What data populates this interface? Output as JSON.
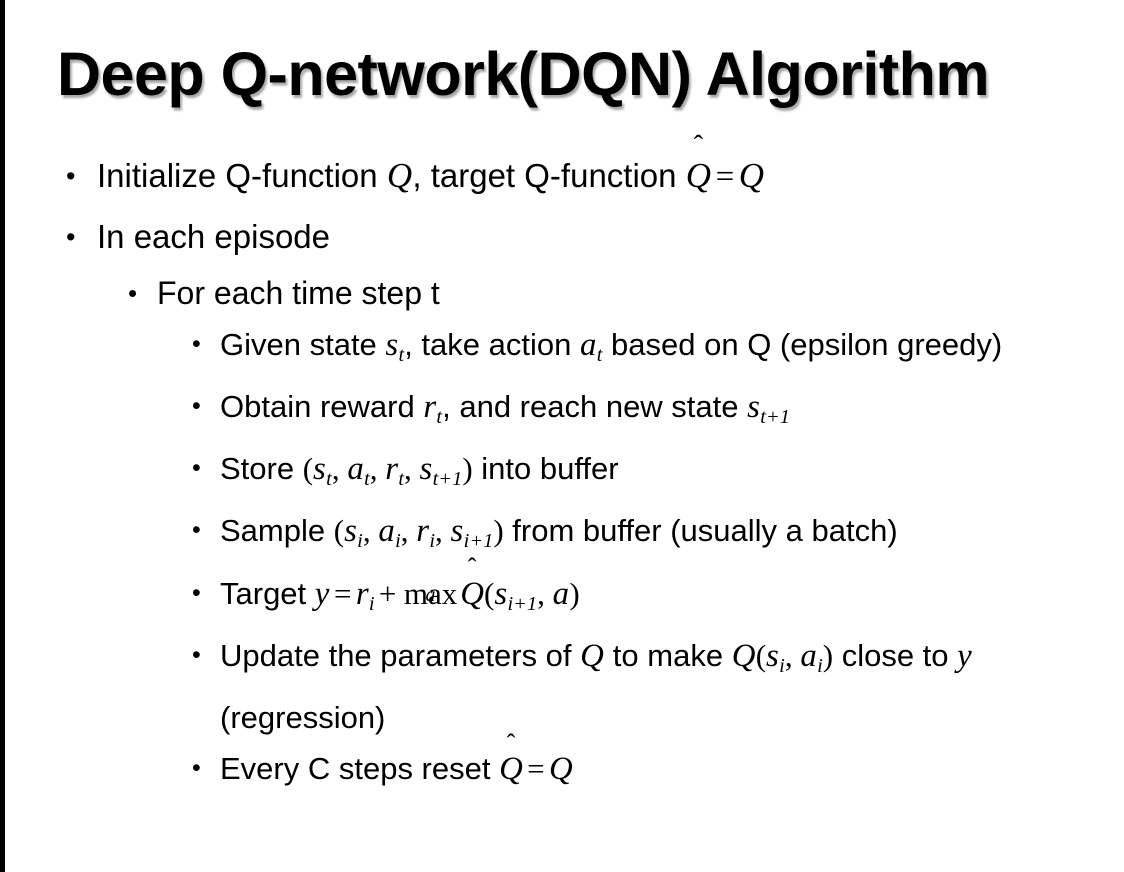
{
  "slide": {
    "title": "Deep Q-network(DQN) Algorithm",
    "background_color": "#ffffff",
    "text_color": "#000000",
    "edge_bar_color": "#000000",
    "bullet_glyph": "•"
  },
  "content": [
    {
      "level": 1,
      "name": "bullet-initialize-q-function",
      "plain_text": "Initialize Q-function Q, target Q-function Q̂ = Q",
      "parts": {
        "seg1": "Initialize Q-function ",
        "math_q1": "Q",
        "seg2": ", target Q-function ",
        "hat_q": "Q",
        "hat_mark": "̂",
        "equals": "=",
        "math_q2": "Q"
      }
    },
    {
      "level": 1,
      "name": "bullet-in-each-episode",
      "plain_text": "In each episode",
      "parts": {
        "seg1": "In each episode"
      }
    },
    {
      "level": 2,
      "name": "bullet-for-each-time-step",
      "plain_text": "For each time step t",
      "parts": {
        "seg1": "For each time step t"
      }
    },
    {
      "level": 3,
      "name": "bullet-given-state-take-action",
      "plain_text": "Given state s_t, take action a_t based on Q (epsilon greedy)",
      "parts": {
        "seg1": "Given state ",
        "var_s": "s",
        "sub_t": "t",
        "seg2": ", take action ",
        "var_a": "a",
        "sub_t2": "t",
        "seg3": " based on Q (epsilon greedy)"
      }
    },
    {
      "level": 3,
      "name": "bullet-obtain-reward",
      "plain_text": "Obtain reward r_t, and reach new state s_t+1",
      "parts": {
        "seg1": "Obtain reward ",
        "var_r": "r",
        "sub_t": "t",
        "seg2": ", and reach new state ",
        "var_s": "s",
        "sub_t1": "t+1"
      }
    },
    {
      "level": 3,
      "name": "bullet-store-into-buffer",
      "plain_text": "Store (s_t, a_t, r_t, s_t+1) into buffer",
      "parts": {
        "seg1": "Store ",
        "paren_open": "(",
        "var_s": "s",
        "sub_t": "t",
        "comma1": ", ",
        "var_a": "a",
        "sub_t2": "t",
        "comma2": ", ",
        "var_r": "r",
        "sub_t3": "t",
        "comma3": ", ",
        "var_s2": "s",
        "sub_t4": "t+1",
        "paren_close": ")",
        "seg2": " into buffer"
      }
    },
    {
      "level": 3,
      "name": "bullet-sample-from-buffer",
      "plain_text": "Sample (s_i, a_i, r_i, s_i+1) from buffer (usually a batch)",
      "parts": {
        "seg1": "Sample ",
        "paren_open": "(",
        "var_s": "s",
        "sub_i": "i",
        "comma1": ", ",
        "var_a": "a",
        "sub_i2": "i",
        "comma2": ", ",
        "var_r": "r",
        "sub_i3": "i",
        "comma3": ", ",
        "var_s2": "s",
        "sub_i4": "i+1",
        "paren_close": ")",
        "seg2": " from buffer (usually a batch)"
      }
    },
    {
      "level": 3,
      "name": "bullet-target-equation",
      "plain_text": "Target y = r_i + max_a Q̂(s_i+1, a)",
      "parts": {
        "seg1": "Target ",
        "var_y": "y",
        "equals": "=",
        "var_r": "r",
        "sub_i": "i",
        "plus": "+",
        "max_op": "max",
        "max_sub": "a",
        "hat_q": "Q",
        "hat_mark": "̂",
        "paren_open": "(",
        "var_s": "s",
        "sub_i1": "i+1",
        "comma": ", ",
        "var_a": "a",
        "paren_close": ")"
      }
    },
    {
      "level": 3,
      "name": "bullet-update-parameters",
      "plain_text": "Update the parameters of Q to make Q(s_i, a_i) close to y (regression)",
      "parts": {
        "seg1": "Update the parameters of ",
        "var_q1": "Q",
        "seg2": " to make ",
        "var_q2": "Q",
        "paren_open": "(",
        "var_s": "s",
        "sub_i": "i",
        "comma": ", ",
        "var_a": "a",
        "sub_i2": "i",
        "paren_close": ")",
        "seg3": " close to ",
        "var_y": "y",
        "seg4": " (regression)"
      }
    },
    {
      "level": 3,
      "name": "bullet-every-c-steps-reset",
      "plain_text": "Every C steps reset Q̂ = Q",
      "parts": {
        "seg1": "Every C steps reset ",
        "hat_q": "Q",
        "hat_mark": "̂",
        "equals": "=",
        "var_q": "Q"
      }
    }
  ]
}
